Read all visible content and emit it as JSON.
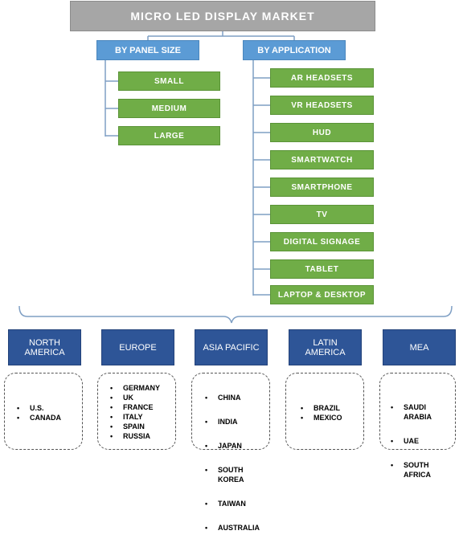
{
  "title": "MICRO LED DISPLAY MARKET",
  "panel_size": {
    "header": "BY PANEL SIZE",
    "items": [
      "SMALL",
      "MEDIUM",
      "LARGE"
    ]
  },
  "application": {
    "header": "BY APPLICATION",
    "items": [
      "AR HEADSETS",
      "VR HEADSETS",
      "HUD",
      "SMARTWATCH",
      "SMARTPHONE",
      "TV",
      "DIGITAL SIGNAGE",
      "TABLET",
      "LAPTOP & DESKTOP"
    ]
  },
  "regions": [
    {
      "name": "NORTH\nAMERICA",
      "countries": [
        "U.S.",
        "CANADA"
      ]
    },
    {
      "name": "EUROPE",
      "countries": [
        "GERMANY",
        "UK",
        "FRANCE",
        "ITALY",
        "SPAIN",
        "RUSSIA"
      ]
    },
    {
      "name": "ASIA PACIFIC",
      "countries": [
        "CHINA",
        "INDIA",
        "JAPAN",
        "SOUTH\nKOREA",
        "TAIWAN",
        "AUSTRALIA"
      ]
    },
    {
      "name": "LATIN\nAMERICA",
      "countries": [
        "BRAZIL",
        "MEXICO"
      ]
    },
    {
      "name": "MEA",
      "countries": [
        "SAUDI\nARABIA",
        "UAE",
        "SOUTH\nAFRICA"
      ]
    }
  ],
  "colors": {
    "title_bg": "#a6a6a6",
    "category_bg": "#5b9bd5",
    "item_bg": "#70ad47",
    "region_bg": "#2e5597",
    "connector": "#7f9fc4"
  }
}
